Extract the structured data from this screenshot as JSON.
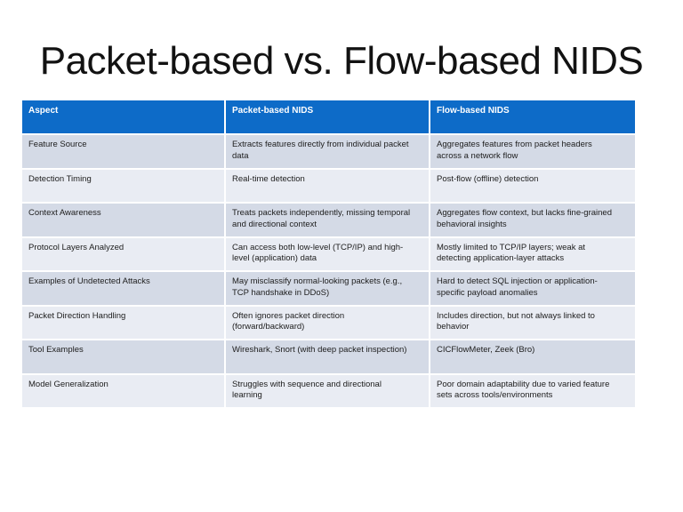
{
  "slide": {
    "title": "Packet-based vs. Flow-based NIDS"
  },
  "table": {
    "headers": [
      "Aspect",
      "Packet-based NIDS",
      "Flow-based NIDS"
    ],
    "rows": [
      {
        "aspect": "Feature Source",
        "packet": "Extracts features directly from individual packet data",
        "flow": "Aggregates features from packet headers across a network flow"
      },
      {
        "aspect": "Detection Timing",
        "packet": "Real-time detection",
        "flow": "Post-flow (offline) detection"
      },
      {
        "aspect": "Context Awareness",
        "packet": "Treats packets independently, missing temporal and directional context",
        "flow": "Aggregates flow context, but lacks fine-grained behavioral insights"
      },
      {
        "aspect": "Protocol Layers Analyzed",
        "packet": "Can access both low-level (TCP/IP) and high-level (application) data",
        "flow": "Mostly limited to TCP/IP layers; weak at detecting application-layer attacks"
      },
      {
        "aspect": "Examples of Undetected Attacks",
        "packet": "May misclassify normal-looking packets (e.g., TCP handshake in DDoS)",
        "flow": "Hard to detect SQL injection or application-specific payload anomalies"
      },
      {
        "aspect": "Packet Direction Handling",
        "packet": "Often ignores packet direction (forward/backward)",
        "flow": "Includes direction, but not always linked to behavior"
      },
      {
        "aspect": "Tool Examples",
        "packet": "Wireshark, Snort (with deep packet inspection)",
        "flow": "CICFlowMeter, Zeek (Bro)"
      },
      {
        "aspect": "Model Generalization",
        "packet": "Struggles with sequence and directional learning",
        "flow": "Poor domain adaptability due to varied feature sets across tools/environments"
      }
    ]
  },
  "colors": {
    "header-bg": "#0d6bc8",
    "header-text": "#ffffff",
    "row-odd-bg": "#d4dae6",
    "row-even-bg": "#e9ecf3"
  }
}
